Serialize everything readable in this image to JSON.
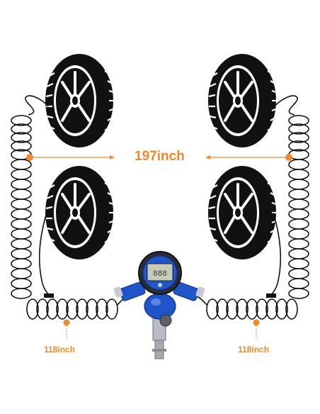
{
  "labels": {
    "main_distance": "197inch",
    "left_hose": "118inch",
    "right_hose": "118inch"
  },
  "colors": {
    "accent": "#f0892a",
    "tire": "#111111",
    "gauge_blue": "#1f55c8"
  },
  "icons": [
    "tire-icon",
    "coiled-hose",
    "digital-tire-pressure-gauge"
  ]
}
